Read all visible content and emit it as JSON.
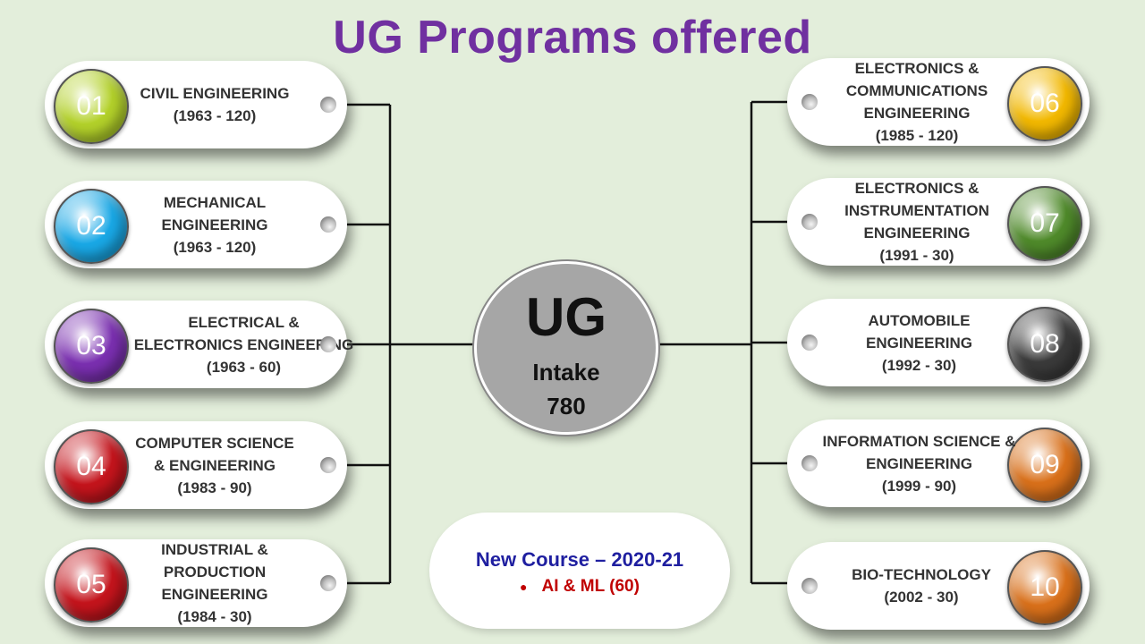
{
  "title": "UG Programs offered",
  "colors": {
    "title": "#7030a0",
    "p01": "#b3d12a",
    "p02": "#19a8e6",
    "p03": "#7a2fb0",
    "p04": "#c4141c",
    "p05": "#c4141c",
    "p06": "#f2b800",
    "p07": "#4f8a2a",
    "p08": "#3a3a3a",
    "p09": "#d9701a",
    "p10": "#d9701a"
  },
  "center": {
    "title": "UG",
    "label": "Intake",
    "value": "780"
  },
  "programs": [
    {
      "num": "01",
      "lines": [
        "CIVIL ENGINEERING",
        "(1963 - 120)"
      ]
    },
    {
      "num": "02",
      "lines": [
        "MECHANICAL",
        "ENGINEERING",
        "(1963 - 120)"
      ]
    },
    {
      "num": "03",
      "lines": [
        "ELECTRICAL &",
        "ELECTRONICS ENGINEERING",
        "(1963 - 60)"
      ]
    },
    {
      "num": "04",
      "lines": [
        "COMPUTER SCIENCE",
        "& ENGINEERING",
        "(1983 - 90)"
      ]
    },
    {
      "num": "05",
      "lines": [
        "INDUSTRIAL &",
        "PRODUCTION",
        "ENGINEERING",
        "(1984 - 30)"
      ]
    },
    {
      "num": "06",
      "lines": [
        "ELECTRONICS &",
        "COMMUNICATIONS",
        "ENGINEERING",
        "(1985 - 120)"
      ]
    },
    {
      "num": "07",
      "lines": [
        "ELECTRONICS &",
        "INSTRUMENTATION",
        "ENGINEERING",
        "(1991 - 30)"
      ]
    },
    {
      "num": "08",
      "lines": [
        "AUTOMOBILE",
        "ENGINEERING",
        "(1992 - 30)"
      ]
    },
    {
      "num": "09",
      "lines": [
        "INFORMATION SCIENCE &",
        "ENGINEERING",
        "(1999 - 90)"
      ]
    },
    {
      "num": "10",
      "lines": [
        "BIO-TECHNOLOGY",
        "(2002 - 30)"
      ]
    }
  ],
  "new_course": {
    "heading": "New Course – 2020-21",
    "items": [
      "AI & ML (60)"
    ]
  }
}
